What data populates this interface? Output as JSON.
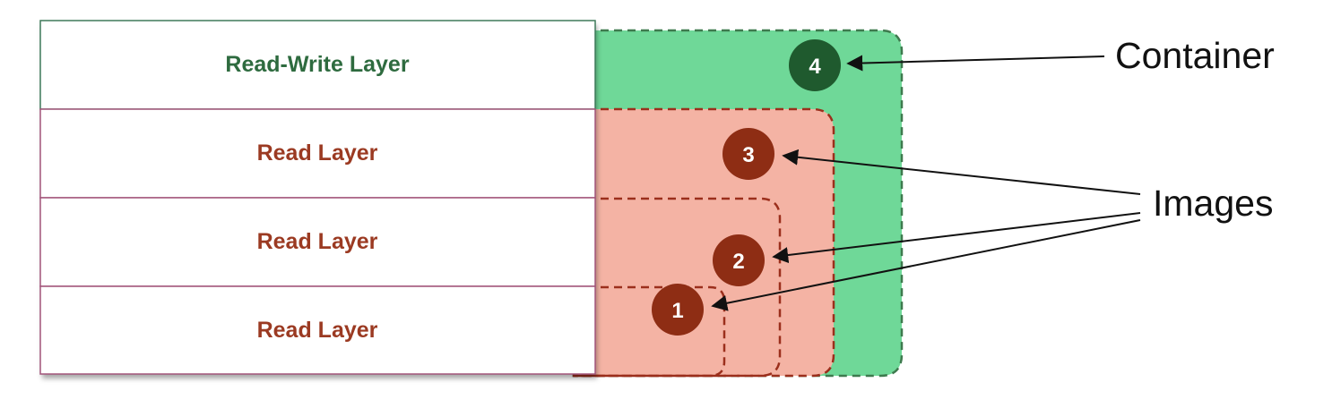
{
  "layers": [
    {
      "label": "Read-Write Layer",
      "color": "#2e6b3f"
    },
    {
      "label": "Read Layer",
      "color": "#9b3a22"
    },
    {
      "label": "Read Layer",
      "color": "#9b3a22"
    },
    {
      "label": "Read Layer",
      "color": "#9b3a22"
    }
  ],
  "badges": [
    {
      "number": "4",
      "color": "#1f5a2e"
    },
    {
      "number": "3",
      "color": "#8e2d14"
    },
    {
      "number": "2",
      "color": "#8e2d14"
    },
    {
      "number": "1",
      "color": "#8e2d14"
    }
  ],
  "callouts": {
    "container": "Container",
    "images": "Images"
  },
  "colors": {
    "container_fill": "#6fd898",
    "container_border": "#3e7a4e",
    "image_fill": "#f4b3a4",
    "image_border": "#9b2f1c",
    "layer_border_top": "#3e7a5a",
    "layer_border": "#a2557a"
  }
}
